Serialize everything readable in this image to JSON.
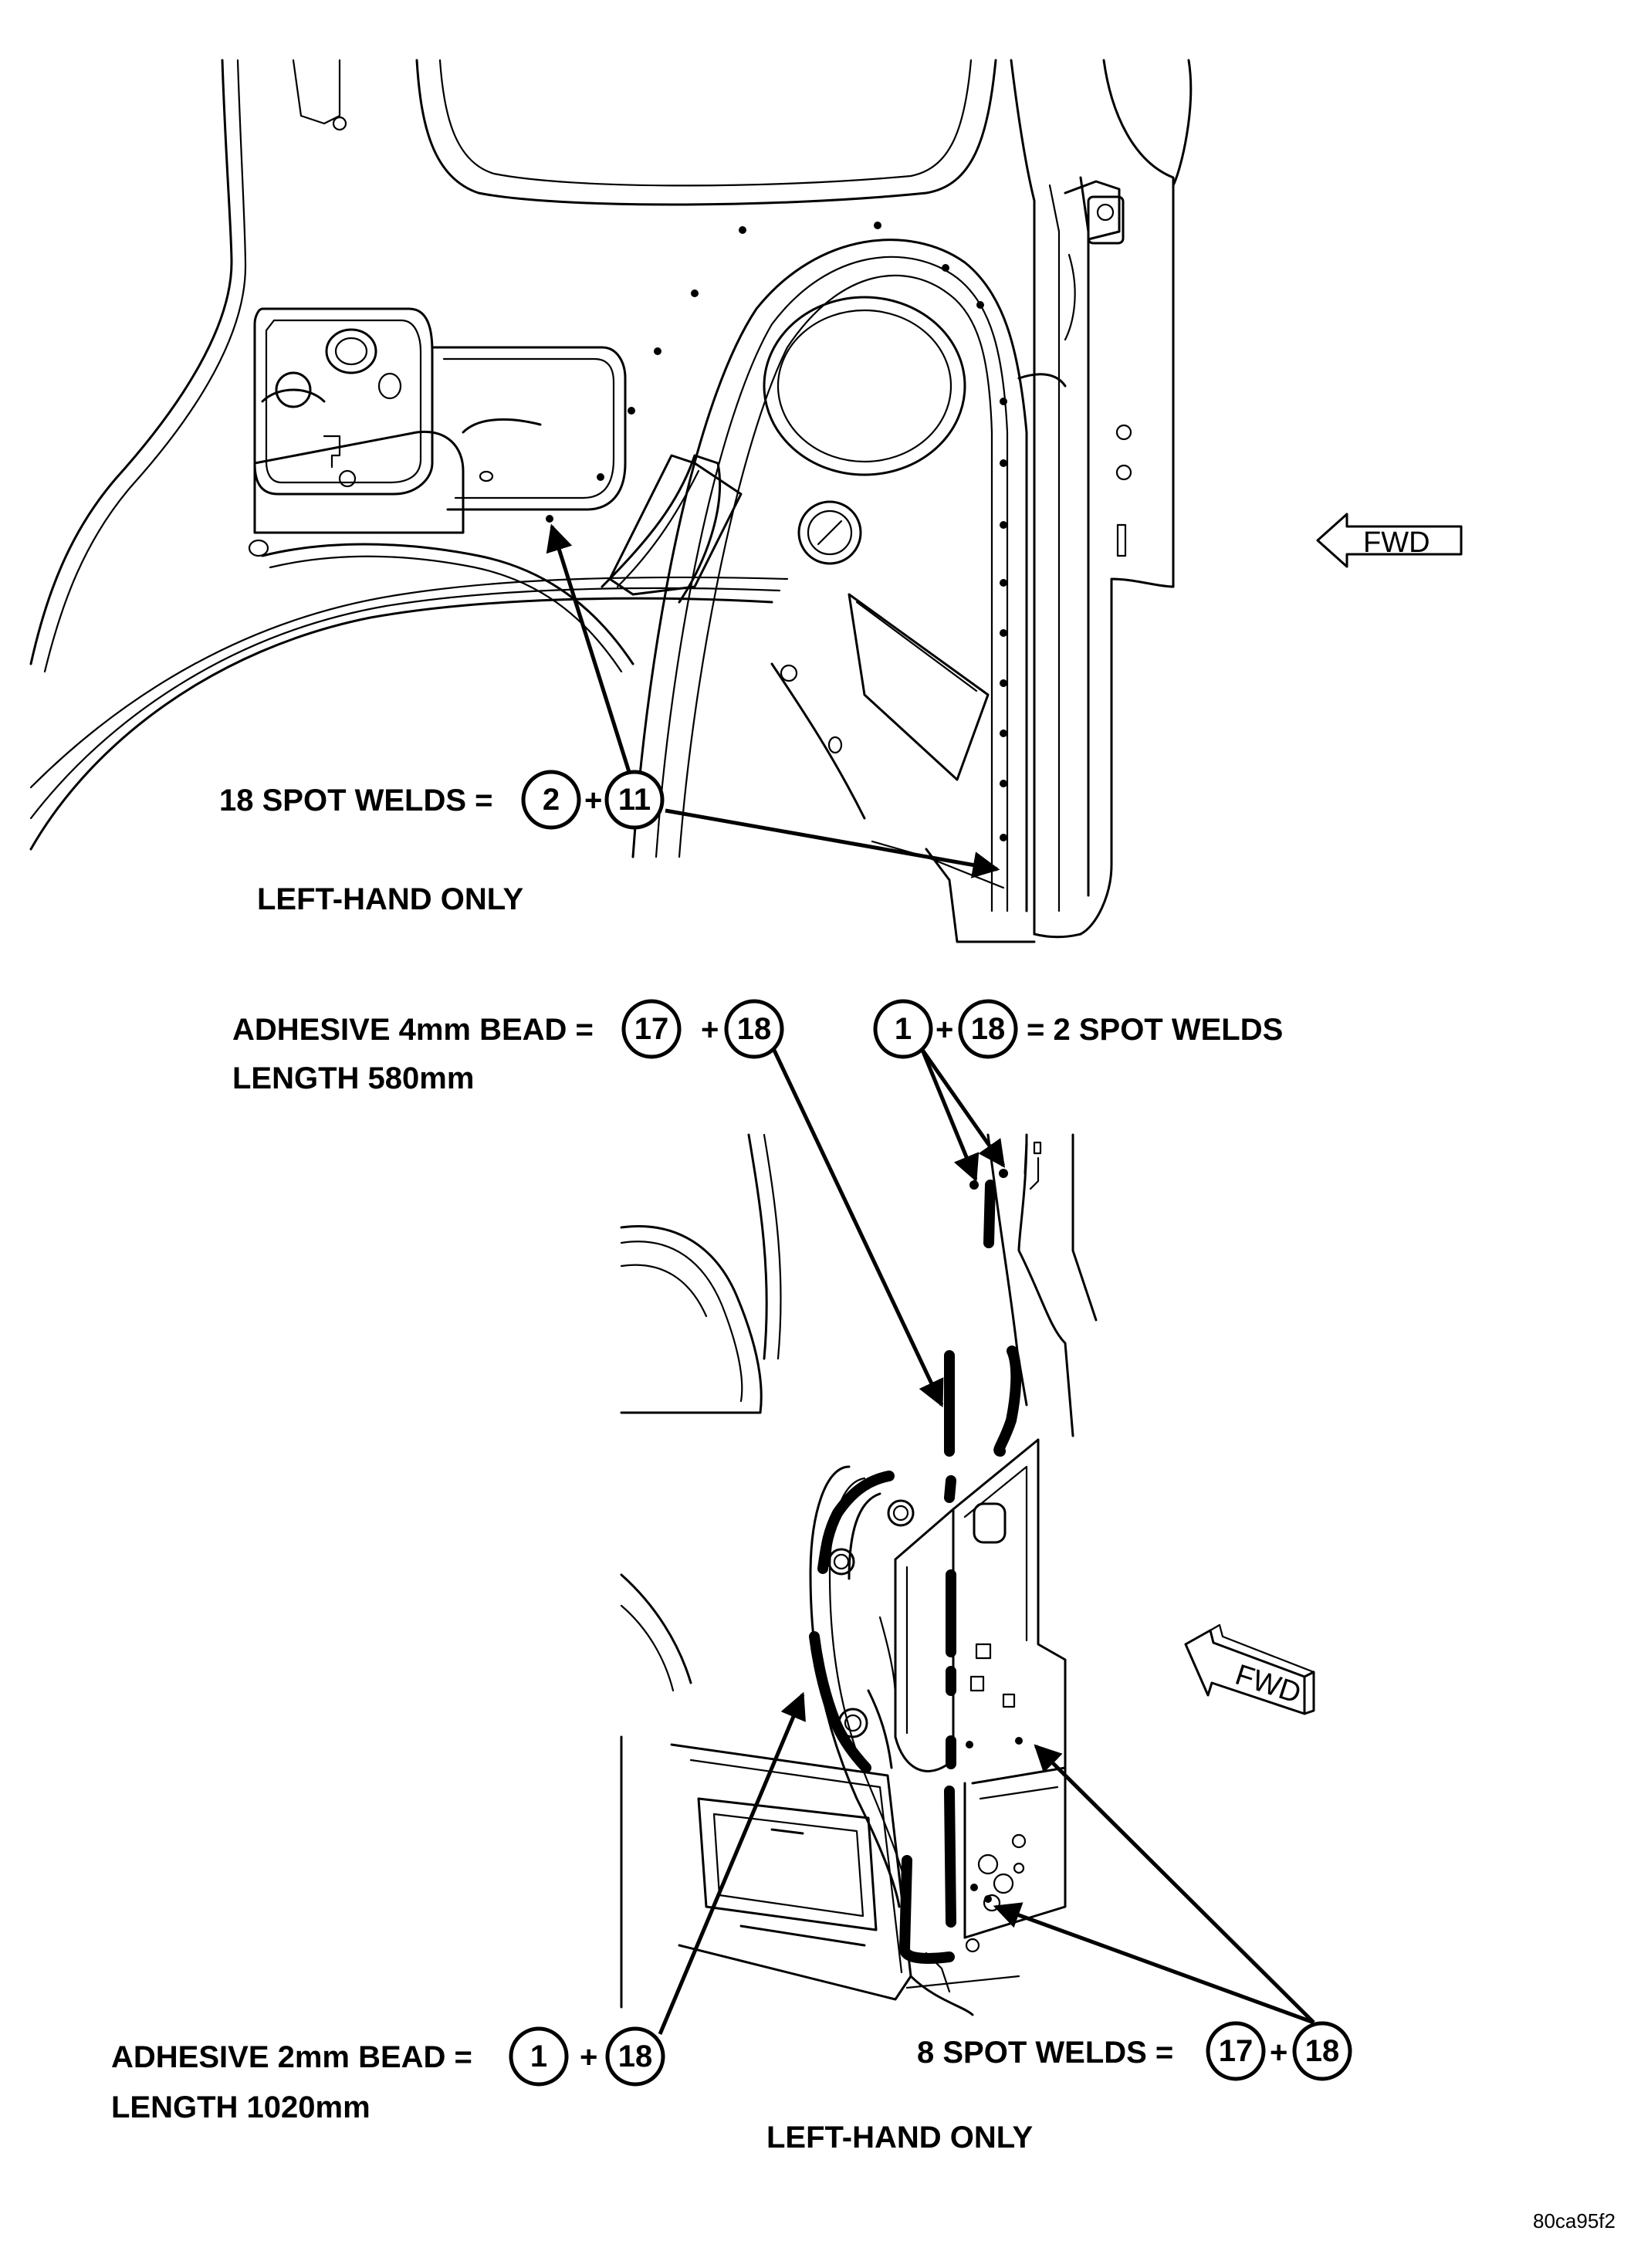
{
  "top_view": {
    "weld_label": "18 SPOT WELDS =",
    "circle_a": "2",
    "plus": "+",
    "circle_b": "11",
    "side_note": "LEFT-HAND ONLY",
    "fwd_label": "FWD"
  },
  "bottom_view": {
    "adhesive_4mm_label": "ADHESIVE 4mm BEAD =",
    "adhesive_4mm_a": "17",
    "adhesive_4mm_b": "18",
    "adhesive_4mm_length": "LENGTH 580mm",
    "welds_2_a": "1",
    "welds_2_b": "18",
    "welds_2_label": "= 2 SPOT WELDS",
    "adhesive_2mm_label": "ADHESIVE 2mm BEAD =",
    "adhesive_2mm_a": "1",
    "adhesive_2mm_b": "18",
    "adhesive_2mm_length": "LENGTH 1020mm",
    "welds_8_label": "8 SPOT WELDS =",
    "welds_8_a": "17",
    "welds_8_b": "18",
    "side_note": "LEFT-HAND ONLY",
    "fwd_label": "FWD",
    "plus": "+"
  },
  "figure_ref": "80ca95f2"
}
